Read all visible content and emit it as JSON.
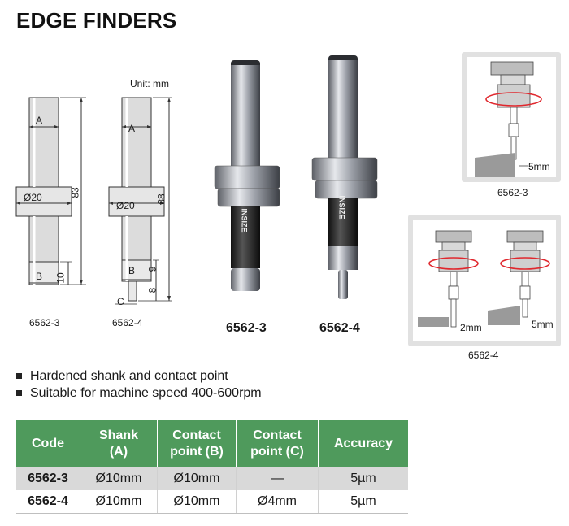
{
  "page": {
    "title": "EDGE FINDERS",
    "unit": "Unit: mm"
  },
  "drawings": {
    "d1": {
      "a": "A",
      "b": "B",
      "dia": "Ø20",
      "len": "83",
      "b_len": "10",
      "caption": "6562-3"
    },
    "d2": {
      "a": "A",
      "b": "B",
      "c": "C",
      "dia": "Ø20",
      "len": "88",
      "b_len": "9",
      "c_len": "8",
      "caption": "6562-4"
    }
  },
  "photos": {
    "p1": {
      "label": "6562-3",
      "brand": "INSIZE"
    },
    "p2": {
      "label": "6562-4",
      "brand": "INSIZE"
    }
  },
  "usage": {
    "u1": {
      "gap": "5mm",
      "caption": "6562-3"
    },
    "u2": {
      "gap_left": "2mm",
      "gap_right": "5mm",
      "caption": "6562-4"
    }
  },
  "features": [
    "Hardened shank and contact point",
    "Suitable for machine speed 400-600rpm"
  ],
  "table": {
    "headers": [
      [
        "Code"
      ],
      [
        "Shank",
        "(A)"
      ],
      [
        "Contact",
        "point (B)"
      ],
      [
        "Contact",
        "point (C)"
      ],
      [
        "Accuracy"
      ]
    ],
    "rows": [
      [
        "6562-3",
        "Ø10mm",
        "Ø10mm",
        "—",
        "5µm"
      ],
      [
        "6562-4",
        "Ø10mm",
        "Ø10mm",
        "Ø4mm",
        "5µm"
      ]
    ]
  },
  "colors": {
    "header_green": "#4f9a5c",
    "rotation_red": "#e0282e"
  }
}
